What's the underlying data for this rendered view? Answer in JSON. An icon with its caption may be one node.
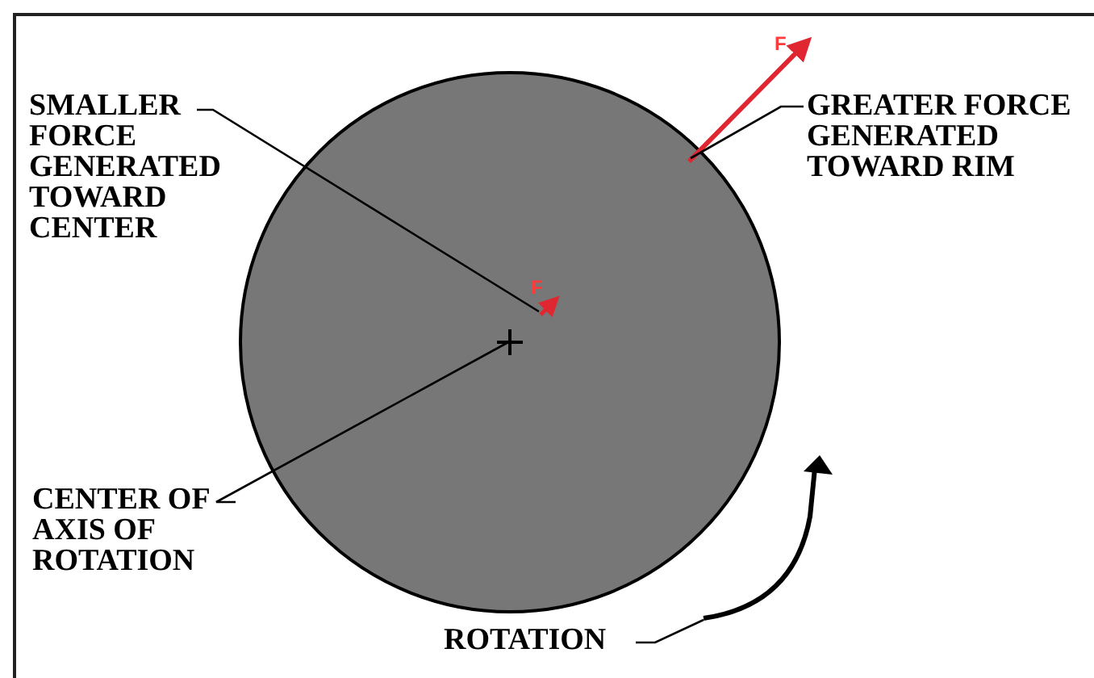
{
  "diagram": {
    "nodes": [
      {
        "text": [
          "SMALLER FORCE GENERATED TOWARD CENTER"
        ]
      },
      {
        "text": [
          "GREATER FORCE GENERATED TOWARD RIM"
        ]
      },
      {
        "text": [
          "CENTER OF AXIS OF ROTATION"
        ]
      },
      {
        "text": [
          "ROTATION"
        ]
      },
      {
        "text": [],
        "shape": "circle"
      },
      {
        "text": [],
        "shape": "arrow",
        "in": 4
      },
      {
        "text": [],
        "shape": "arrow"
      },
      {
        "text": [],
        "shape": "arrow"
      }
    ],
    "edges": [
      {
        "from": 0,
        "to": 5,
        "arrow": "none"
      },
      {
        "from": 1,
        "to": 6,
        "arrow": "none"
      },
      {
        "from": 2,
        "to": null,
        "arrow": "none"
      },
      {
        "from": 3,
        "to": 7,
        "arrow": "none"
      }
    ],
    "labels": [
      "F",
      "F"
    ]
  }
}
